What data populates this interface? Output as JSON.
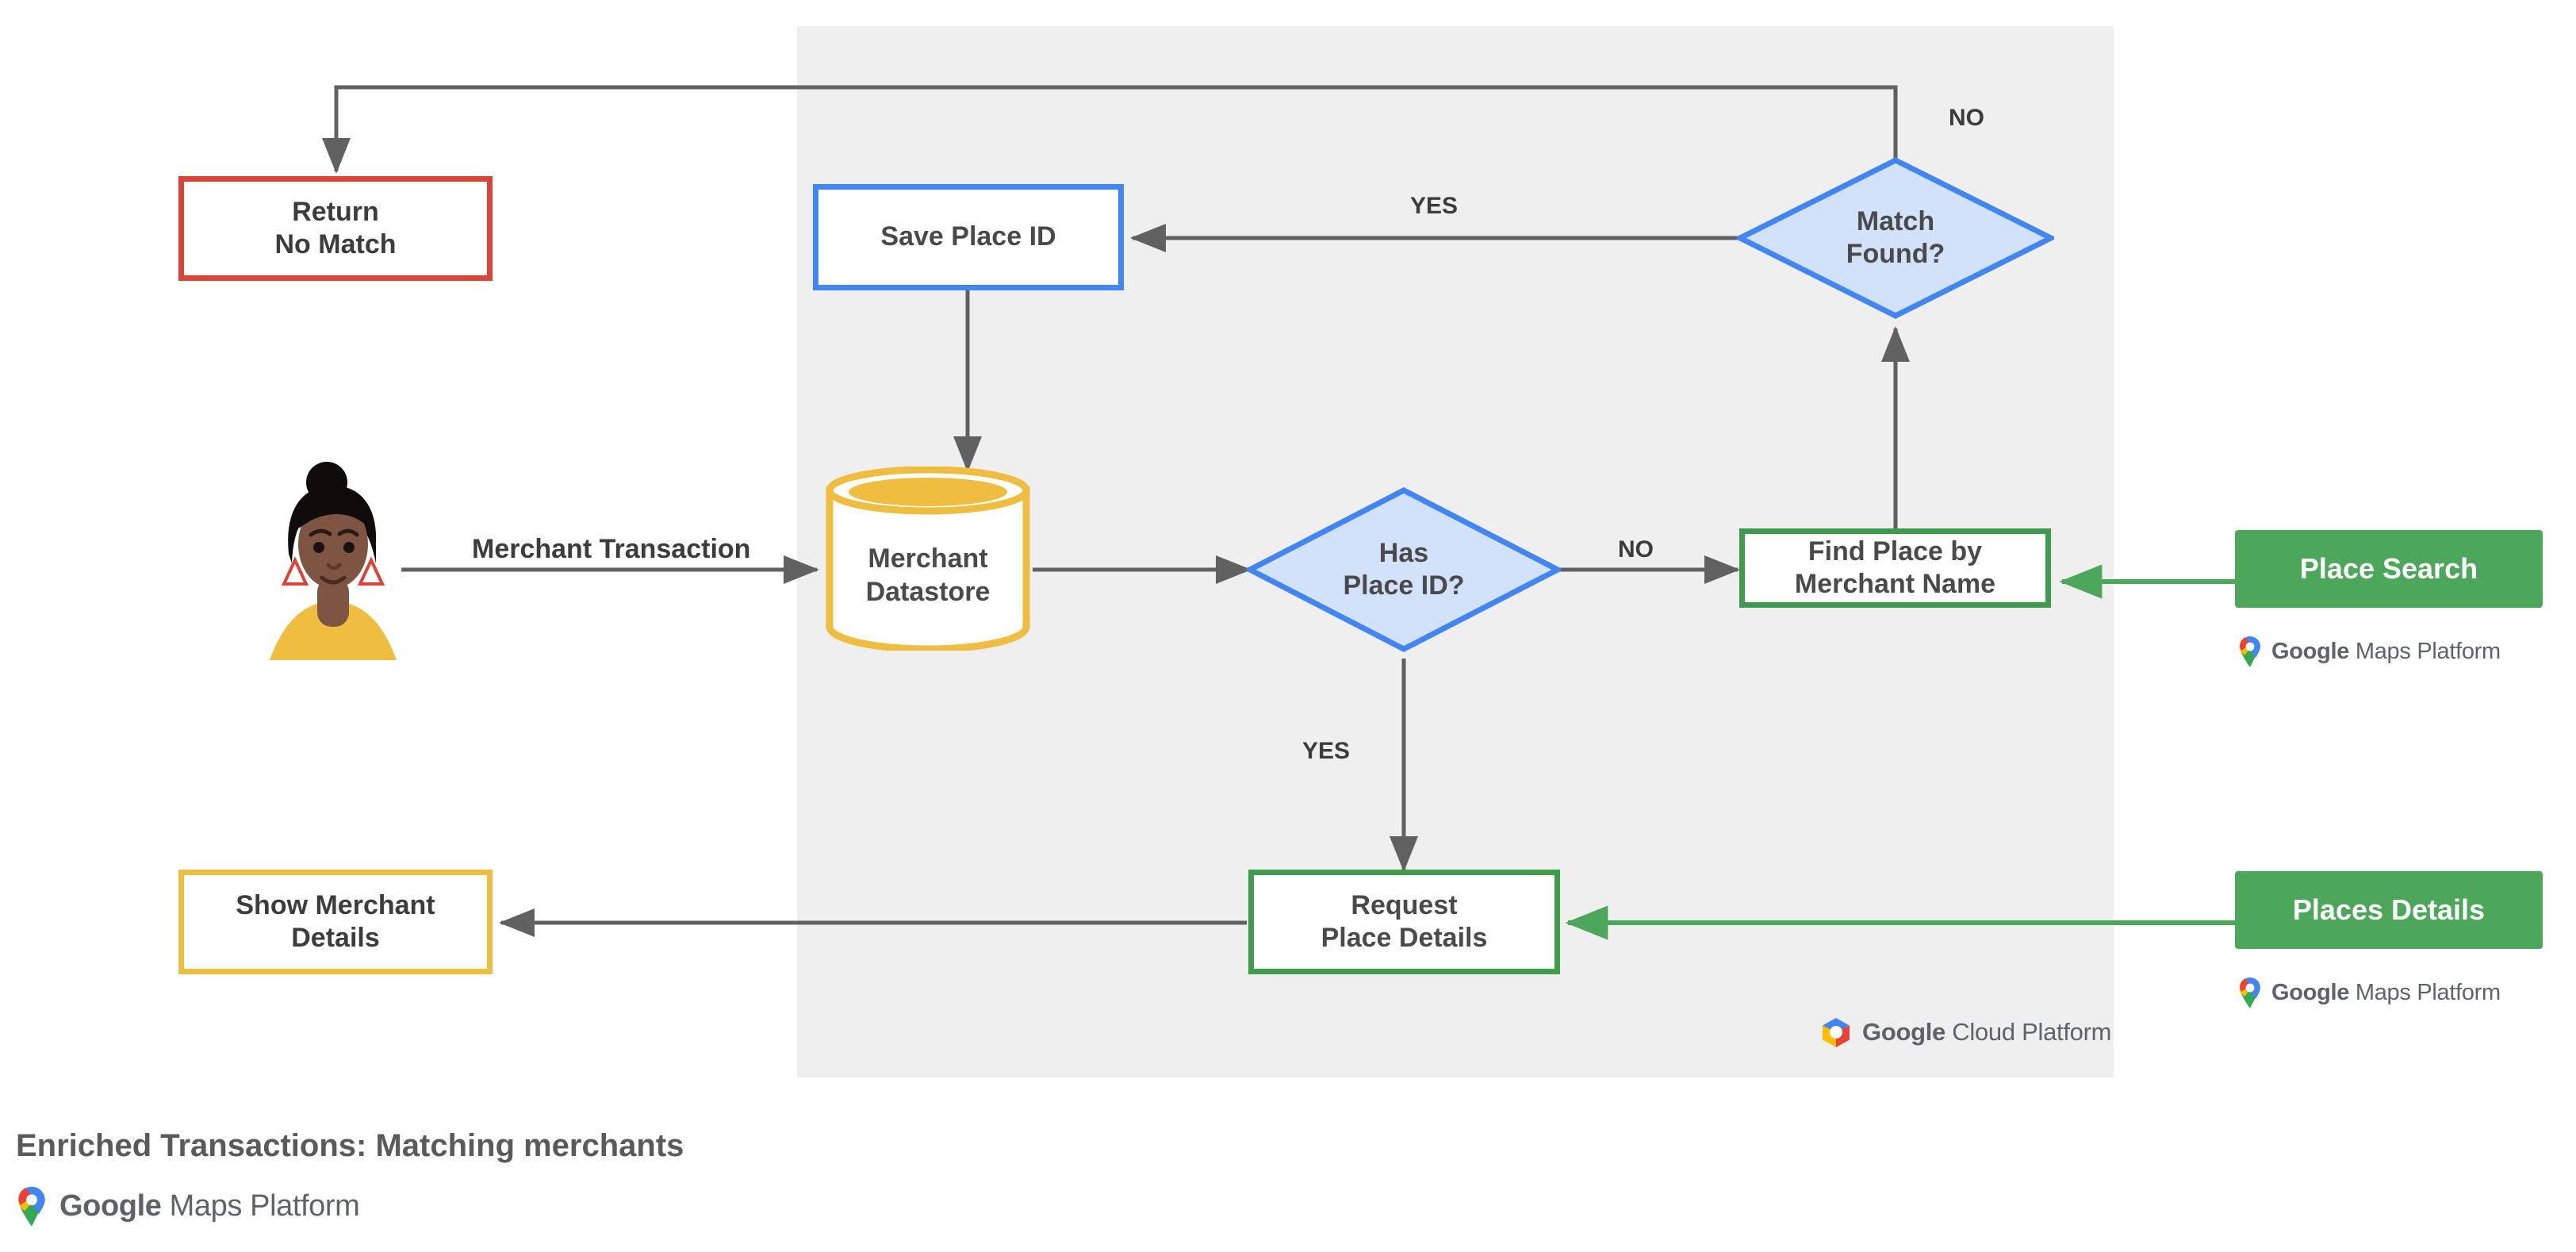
{
  "diagram": {
    "title": "Enriched Transactions: Matching merchants",
    "panel_name": "Google Cloud Platform",
    "colors": {
      "red": "#DB4437",
      "blue": "#4285F4",
      "blue_fill": "#D3E2FB",
      "green_outline": "#3F9C4D",
      "green_solid": "#4CA75A",
      "yellow": "#EFBD40",
      "panel_gray": "#EFEFEF",
      "connector_gray": "#616161",
      "text_gray": "#4A4A4A"
    },
    "nodes": {
      "return_no_match": {
        "line1": "Return",
        "line2": "No Match"
      },
      "save_place_id": {
        "label": "Save Place ID"
      },
      "match_found": {
        "line1": "Match",
        "line2": "Found?"
      },
      "merchant_datastore": {
        "line1": "Merchant",
        "line2": "Datastore"
      },
      "has_place_id": {
        "line1": "Has",
        "line2": "Place ID?"
      },
      "find_place_by_merchant_name": {
        "line1": "Find Place by",
        "line2": "Merchant Name"
      },
      "place_search": {
        "label": "Place Search"
      },
      "show_merchant_details": {
        "line1": "Show Merchant",
        "line2": "Details"
      },
      "request_place_details": {
        "line1": "Request",
        "line2": "Place Details"
      },
      "places_details": {
        "label": "Places Details"
      }
    },
    "edge_labels": {
      "merchant_transaction": "Merchant Transaction",
      "yes_match_found": "YES",
      "no_match_found": "NO",
      "no_has_place_id": "NO",
      "yes_has_place_id": "YES"
    },
    "brand_lockups": {
      "maps_platform_google": "Google",
      "maps_platform_rest": " Maps Platform",
      "cloud_platform_google": "Google",
      "cloud_platform_rest": " Cloud Platform"
    }
  }
}
